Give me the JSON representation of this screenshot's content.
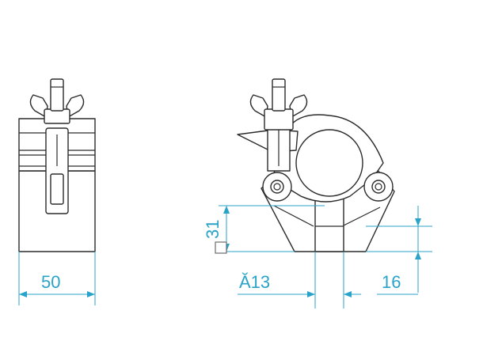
{
  "colors": {
    "outline": "#2b2b2b",
    "dimension": "#2aa3c8",
    "background": "#ffffff"
  },
  "dimensions": {
    "width_left": "50",
    "height_small": "31",
    "bolt_diameter": "Ă13",
    "offset_right": "16"
  },
  "marker": {
    "color": "#6b6b6b"
  }
}
